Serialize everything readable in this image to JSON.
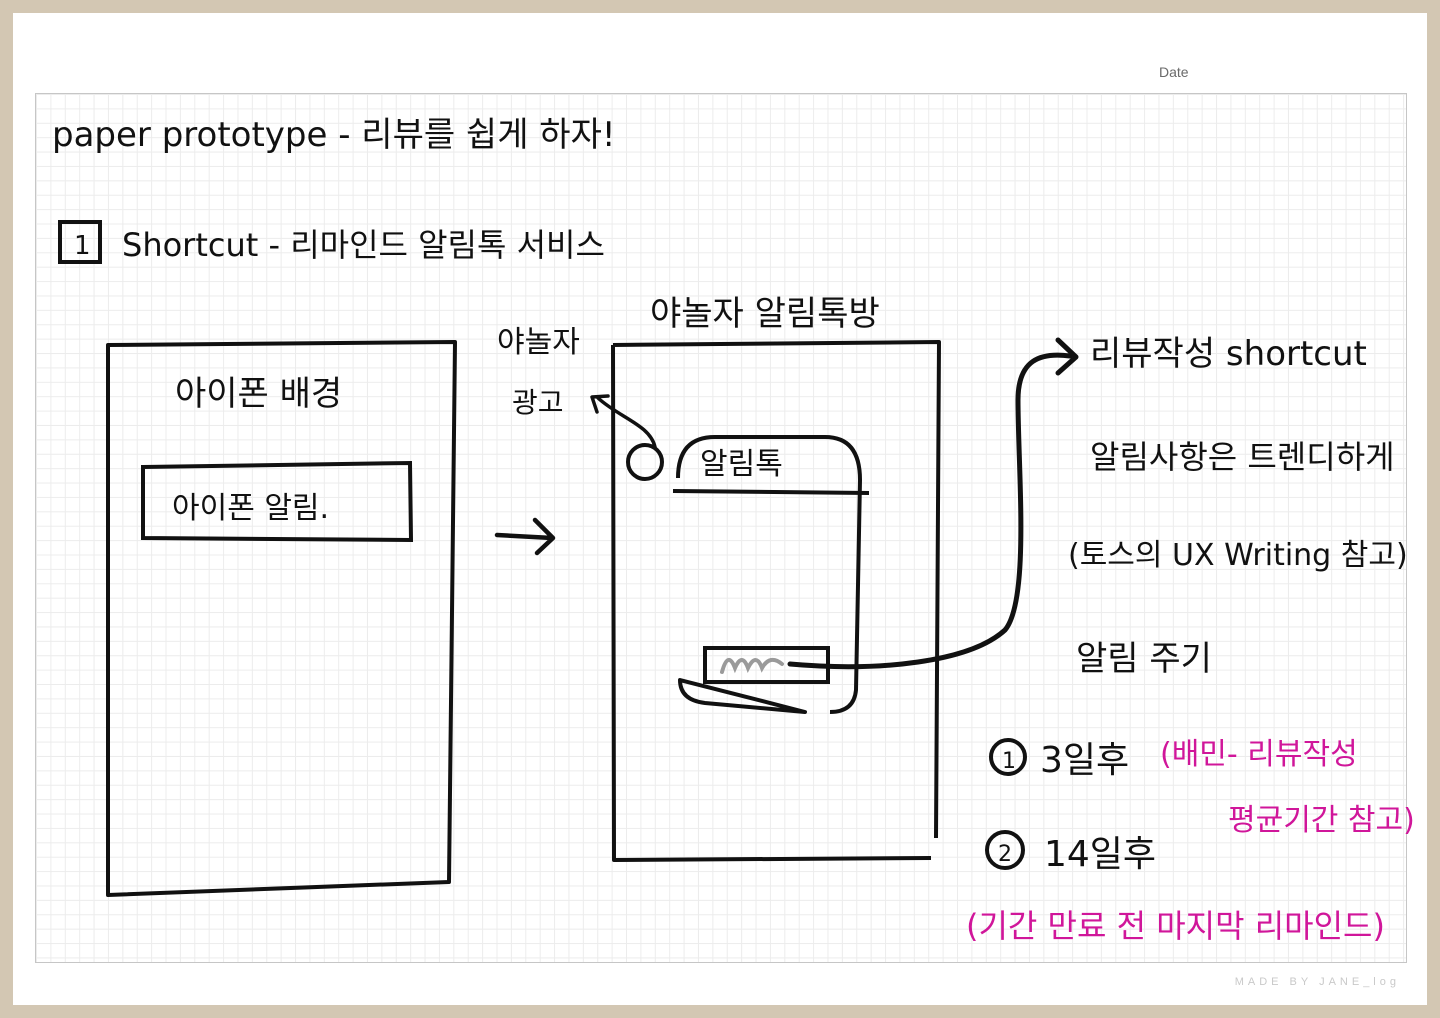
{
  "header": {
    "date_label": "Date",
    "credit": "MADE BY JANE_log"
  },
  "notes": {
    "title": "paper prototype - 리뷰를 쉽게 하자!",
    "section_number": "1",
    "section_title": "Shortcut - 리마인드 알림톡 서비스",
    "phone_bg": "아이폰 배경",
    "phone_notice": "아이폰 알림.",
    "yanolja_ad": "야놀자",
    "yanolja_ad2": "광고",
    "chat_title": "야놀자 알림톡방",
    "talk_label": "알림톡",
    "shortcut_label": "리뷰작성 shortcut",
    "trendy_note": "알림사항은 트렌디하게",
    "toss_note": "(토스의 UX Writing 참고)",
    "cycle_label": "알림 주기",
    "step1_num": "1",
    "step1": "3일후",
    "step1_note": "(배민- 리뷰작성",
    "step1_note2": "평균기간 참고)",
    "step2_num": "2",
    "step2": "14일후",
    "step2_note": "(기간 만료 전 마지막 리마인드)"
  },
  "colors": {
    "ink": "#111111",
    "accent": "#d0169a",
    "bar": "#9a9a9a"
  }
}
